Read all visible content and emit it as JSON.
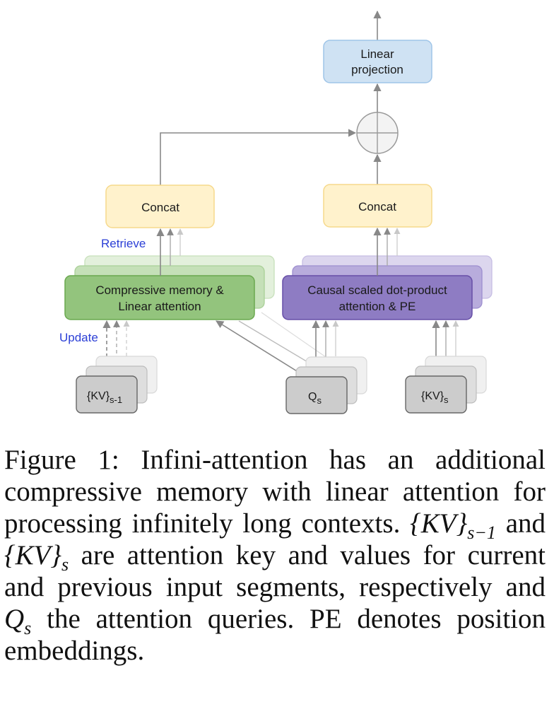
{
  "diagram": {
    "linear_projection": {
      "line1": "Linear",
      "line2": "projection"
    },
    "concat_left": "Concat",
    "concat_right": "Concat",
    "retrieve_label": "Retrieve",
    "update_label": "Update",
    "memory_block": {
      "line1": "Compressive memory &",
      "line2": "Linear attention"
    },
    "attention_block": {
      "line1": "Causal scaled dot-product",
      "line2": "attention & PE"
    },
    "kv_prev": {
      "base": "{KV}",
      "sub": "s-1"
    },
    "query": {
      "base": "Q",
      "sub": "s"
    },
    "kv_curr": {
      "base": "{KV}",
      "sub": "s"
    },
    "colors": {
      "projection_fill": "#cfe2f3",
      "projection_stroke": "#9fc5e8",
      "concat_fill": "#fff2cc",
      "concat_stroke": "#f6d98c",
      "memory_fill": "#93c47d",
      "memory_stroke": "#6aa84f",
      "attention_fill": "#8e7cc3",
      "attention_stroke": "#674ea7",
      "input_fill": "#cccccc",
      "input_stroke": "#666666",
      "arrow": "#888888",
      "blue_label": "#2b3fd6"
    }
  },
  "caption": {
    "prefix": "Figure 1: Infini-attention has an additional compressive memory with linear attention for processing infinitely long contexts.",
    "kv_prev": "{KV}",
    "kv_prev_sub": "s−1",
    "and": "and",
    "kv_curr": "{KV}",
    "kv_curr_sub": "s",
    "middle": "are attention key and values for current and previous input segments, respectively and",
    "q": "Q",
    "q_sub": "s",
    "suffix": "the attention queries. PE denotes position embeddings."
  }
}
